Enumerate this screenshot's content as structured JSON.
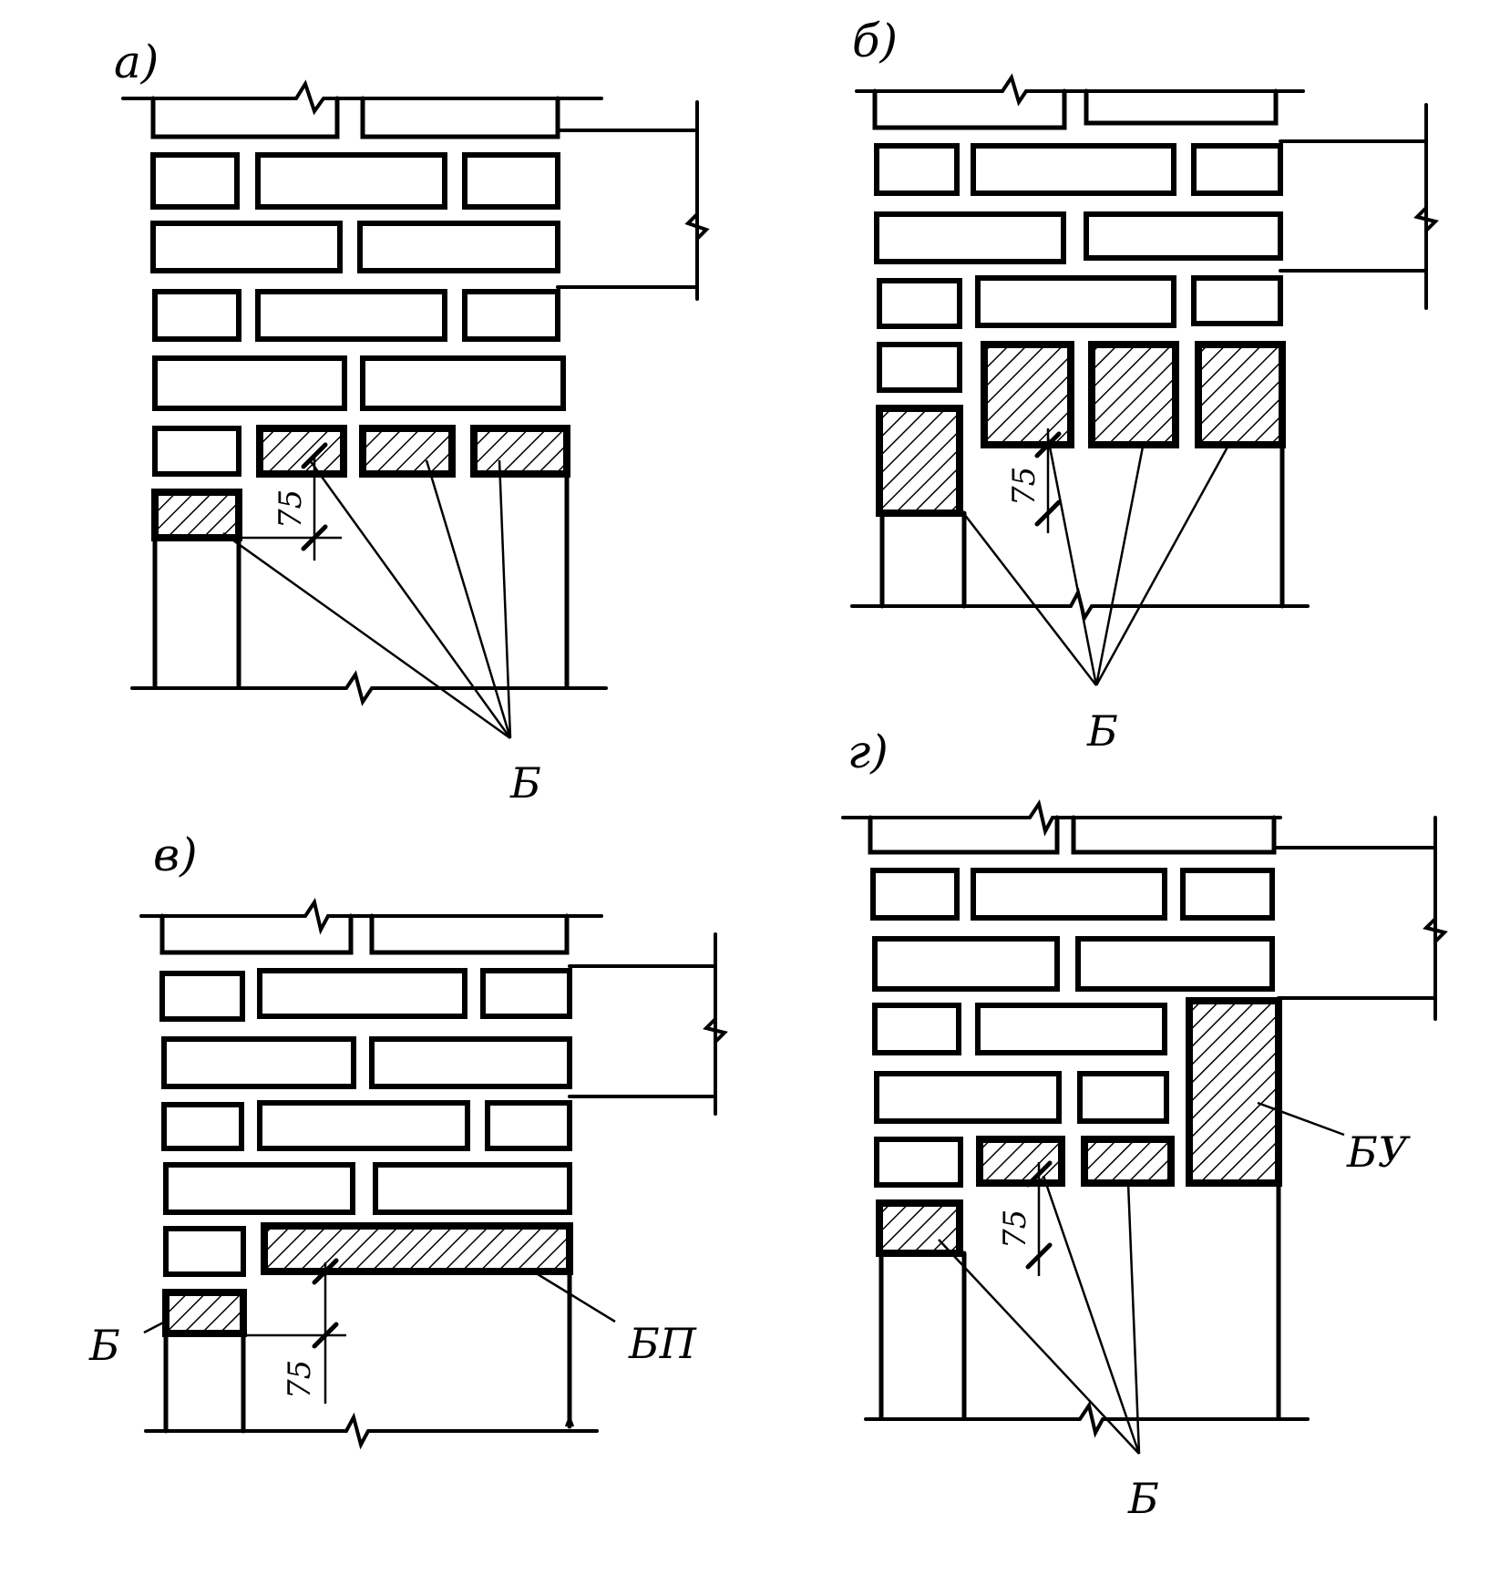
{
  "figure": {
    "panels": [
      {
        "id": "a",
        "label": "а)"
      },
      {
        "id": "b",
        "label": "б)"
      },
      {
        "id": "v",
        "label": "в)"
      },
      {
        "id": "g",
        "label": "г)"
      }
    ],
    "callouts": {
      "a_lintel": "Б",
      "b_lintel": "Б",
      "v_lintel": "Б",
      "v_beam": "БП",
      "g_lintel": "Б",
      "g_beam": "БУ"
    },
    "dimension": "75",
    "colors": {
      "ink": "#000000",
      "paper": "#ffffff"
    }
  }
}
